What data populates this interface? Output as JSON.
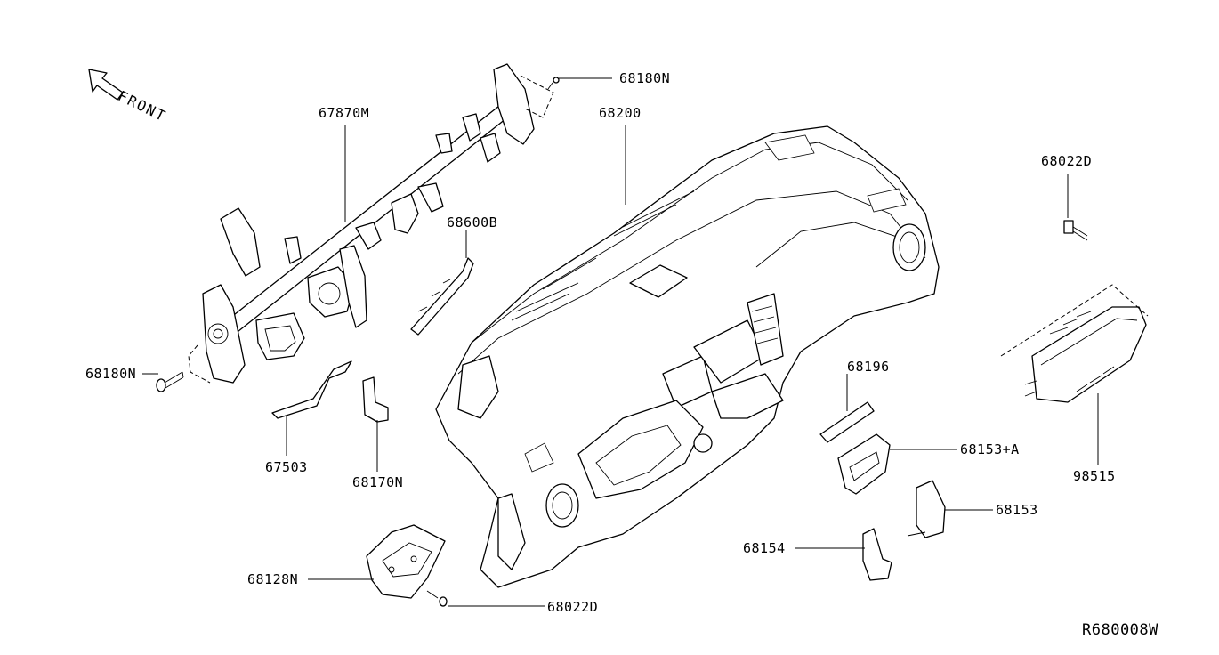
{
  "direction_label": "FRONT",
  "drawing_id": "R680008W",
  "callouts": [
    {
      "id": "p67870m",
      "text": "67870M"
    },
    {
      "id": "p68180n_top",
      "text": "68180N"
    },
    {
      "id": "p68200",
      "text": "68200"
    },
    {
      "id": "p68600b",
      "text": "68600B"
    },
    {
      "id": "p68180n_left",
      "text": "68180N"
    },
    {
      "id": "p67503",
      "text": "67503"
    },
    {
      "id": "p68170n",
      "text": "68170N"
    },
    {
      "id": "p68128n",
      "text": "68128N"
    },
    {
      "id": "p68022d_bottom",
      "text": "68022D"
    },
    {
      "id": "p68022d_right",
      "text": "68022D"
    },
    {
      "id": "p98515",
      "text": "98515"
    },
    {
      "id": "p68196",
      "text": "68196"
    },
    {
      "id": "p68153a",
      "text": "68153+A"
    },
    {
      "id": "p68153",
      "text": "68153"
    },
    {
      "id": "p68154",
      "text": "68154"
    }
  ]
}
